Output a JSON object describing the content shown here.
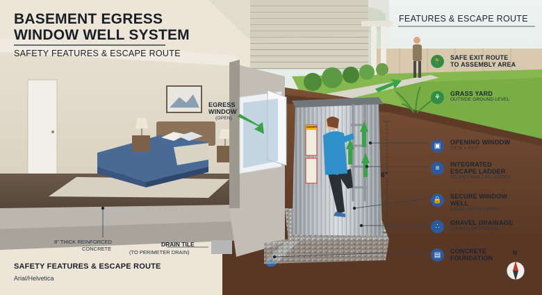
{
  "title": {
    "line1": "BASEMENT EGRESS",
    "line2": "WINDOW WELL SYSTEM",
    "subtitle": "SAFETY FEATURES & ESCAPE ROUTE"
  },
  "top_right_heading": "FEATURES & ESCAPE ROUTE",
  "labels": {
    "egress_window": "EGRESS WINDOW",
    "egress_window_sub": "(OPEN)",
    "thick_concrete_1": "8\" THICK REINFORCED",
    "thick_concrete_2": "CONCRETE",
    "drain_tile": "DRAIN TILE",
    "drain_tile_sub": "(TO PERIMETER DRAIN)",
    "depth": "6\"",
    "danger_sign": "DANGER",
    "compass_n": "N"
  },
  "callouts": [
    {
      "icon": "running-exit-icon",
      "line1": "SAFE EXIT ROUTE",
      "line2": "TO ASSEMBLY AREA",
      "sub": "",
      "color": "#2f8f45"
    },
    {
      "icon": "grass-icon",
      "line1": "GRASS YARD",
      "line2": "",
      "sub": "OUTSIDE GROUND LEVEL",
      "color": "#2f8f45"
    },
    {
      "icon": "window-icon",
      "line1": "OPENING WINODW",
      "line2": "",
      "sub": "3'6\"W x 4'0\"H",
      "color": "#2d5a9c"
    },
    {
      "icon": "ladder-icon",
      "line1": "INTEGRATED",
      "line2": "ESCAPE LADDER",
      "sub": "STURDY BUILT-IN LADDER",
      "color": "#2d5a9c"
    },
    {
      "icon": "lock-icon",
      "line1": "SECURE WINDOW",
      "line2": "WELL",
      "sub": "(UEAR SAFTY LABEL)",
      "color": "#2d5a9c"
    },
    {
      "icon": "gravel-icon",
      "line1": "GRAVEL DRAINAGE",
      "line2": "",
      "sub": "(GRAVEL DRAINAGE)",
      "color": "#2d5a9c"
    },
    {
      "icon": "foundation-icon",
      "line1": "CONCRETE",
      "line2": "FOUNDATION",
      "sub": "",
      "color": "#2d5a9c"
    }
  ],
  "footer": {
    "heading": "SAFETY FEATURES & ESCAPE ROUTE",
    "font_note": "Arial/Helvetica"
  },
  "colors": {
    "grass": "#7fb24a",
    "soil": "#6b4530",
    "concrete": "#b8b4ad",
    "siding": "#d8d2c4",
    "arrow_green": "#3aa34a",
    "blue_icon": "#2d5a9c",
    "bedding": "#4a6a96",
    "person_jacket": "#2f8fc9"
  }
}
